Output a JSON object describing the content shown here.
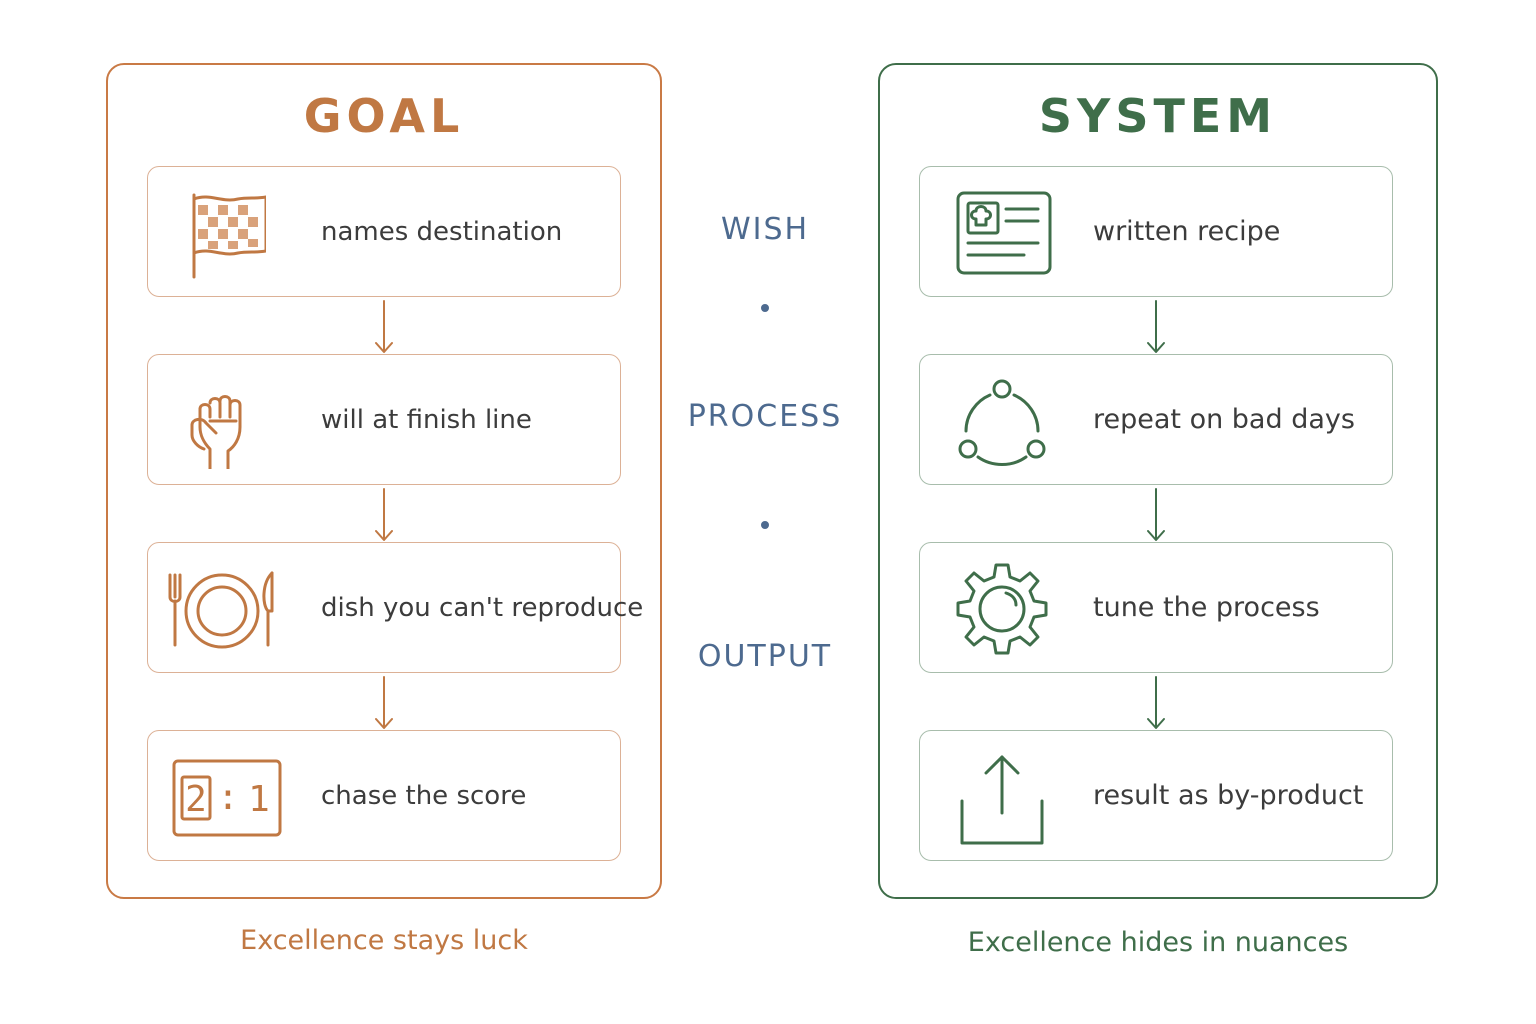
{
  "goal": {
    "title": "GOAL",
    "accent_color": "#c07843",
    "steps": [
      {
        "icon": "checkered-flag-icon",
        "label": "names destination"
      },
      {
        "icon": "raised-fist-icon",
        "label": "will at finish line"
      },
      {
        "icon": "plate-cutlery-icon",
        "label": "dish you can't reproduce"
      },
      {
        "icon": "scoreboard-icon",
        "label": "chase the score",
        "score_left": "2",
        "score_sep": ":",
        "score_right": "1"
      }
    ],
    "caption": "Excellence stays luck"
  },
  "middle": {
    "words": [
      "WISH",
      "PROCESS",
      "OUTPUT"
    ],
    "color": "#4d6a8f"
  },
  "system": {
    "title": "SYSTEM",
    "accent_color": "#3f6e4a",
    "steps": [
      {
        "icon": "recipe-card-icon",
        "label": "written recipe"
      },
      {
        "icon": "cycle-icon",
        "label": "repeat on bad days"
      },
      {
        "icon": "gear-icon",
        "label": "tune the process"
      },
      {
        "icon": "upload-tray-icon",
        "label": "result as by-product"
      }
    ],
    "caption": "Excellence hides in nuances"
  }
}
